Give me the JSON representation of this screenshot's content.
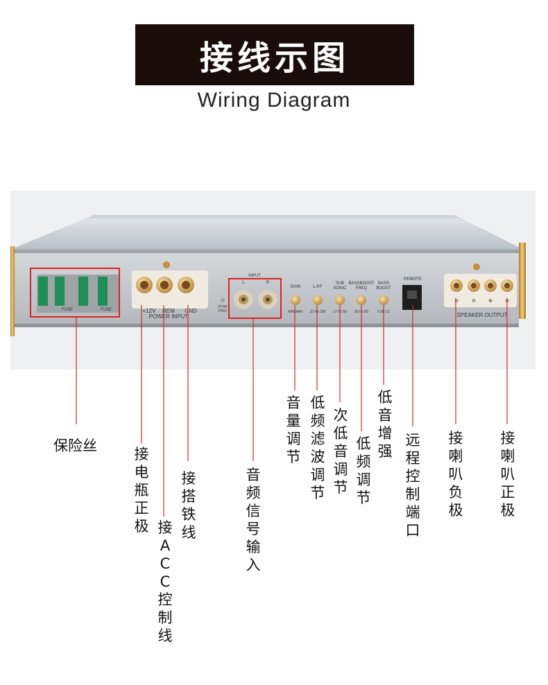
{
  "title": "接线示图",
  "subtitle": "Wiring Diagram",
  "colors": {
    "title_bg": "#1a0c0a",
    "highlight": "#e02020",
    "leader": "#d42a2a"
  },
  "panel": {
    "fuse_label": "FUSE",
    "power_terminals": [
      "+12V",
      "REM",
      "GND"
    ],
    "power_label": "POWER INPUT",
    "pow_pro": [
      "POW",
      "PRO"
    ],
    "input_label": "INPUT",
    "input_channels": [
      "L",
      "R"
    ],
    "knobs": [
      {
        "top": "GAIN",
        "top2": "",
        "range": "MIN MAX"
      },
      {
        "top": "L.P.F",
        "top2": "",
        "range": "32 Hz 200"
      },
      {
        "top": "SUB",
        "top2": "SONIC",
        "range": "17 Hz 50"
      },
      {
        "top": "BASSBOOST",
        "top2": "FREQ",
        "range": "30 Hz 80"
      },
      {
        "top": "BASS",
        "top2": "BOOST",
        "range": "0 dB 12"
      }
    ],
    "remote_label": "REMOTE",
    "speaker_label": "SPEAKER OUTPUT",
    "speaker_signs": [
      "⊖",
      "⊖",
      "⊕",
      "⊕"
    ]
  },
  "labels": {
    "fuse": "保险丝",
    "battery_positive": "接电瓶正极",
    "acc_control": "接ACC控制线",
    "ground": "接搭铁线",
    "audio_input": "音频信号输入",
    "volume": "音量调节",
    "low_pass": "低频滤波调节",
    "subsonic": "次低音调节",
    "bass_freq": "低频调节",
    "bass_boost": "低音增强",
    "remote_port": "远程控制端口",
    "speaker_negative": "接喇叭负极",
    "speaker_positive": "接喇叭正极"
  }
}
